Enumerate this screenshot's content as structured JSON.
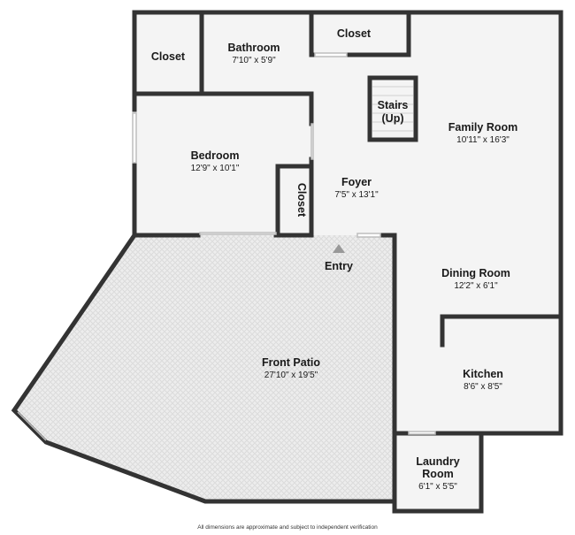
{
  "rooms": [
    {
      "id": "closet-top-left",
      "name": "Closet",
      "dim": ""
    },
    {
      "id": "bathroom",
      "name": "Bathroom",
      "dim": "7'10\" x 5'9\""
    },
    {
      "id": "closet-top",
      "name": "Closet",
      "dim": ""
    },
    {
      "id": "stairs",
      "name": "Stairs",
      "name2": "(Up)",
      "dim": ""
    },
    {
      "id": "family-room",
      "name": "Family Room",
      "dim": "10'11\" x 16'3\""
    },
    {
      "id": "bedroom",
      "name": "Bedroom",
      "dim": "12'9\" x 10'1\""
    },
    {
      "id": "closet-vertical",
      "name": "Closet",
      "dim": ""
    },
    {
      "id": "foyer",
      "name": "Foyer",
      "dim": "7'5\" x 13'1\""
    },
    {
      "id": "entry",
      "name": "Entry",
      "dim": ""
    },
    {
      "id": "dining-room",
      "name": "Dining Room",
      "dim": "12'2\" x 6'1\""
    },
    {
      "id": "front-patio",
      "name": "Front Patio",
      "dim": "27'10\" x 19'5\""
    },
    {
      "id": "kitchen",
      "name": "Kitchen",
      "dim": "8'6\" x 8'5\""
    },
    {
      "id": "laundry-room",
      "name": "Laundry",
      "name2": "Room",
      "dim": "6'1\" x 5'5\""
    }
  ],
  "footer": "All dimensions are approximate and subject to independent verification",
  "colors": {
    "wall": "#333333",
    "floor": "#f4f4f4",
    "patio": "#ececec",
    "window": "#bdbdbd",
    "entry_marker": "#999999"
  }
}
